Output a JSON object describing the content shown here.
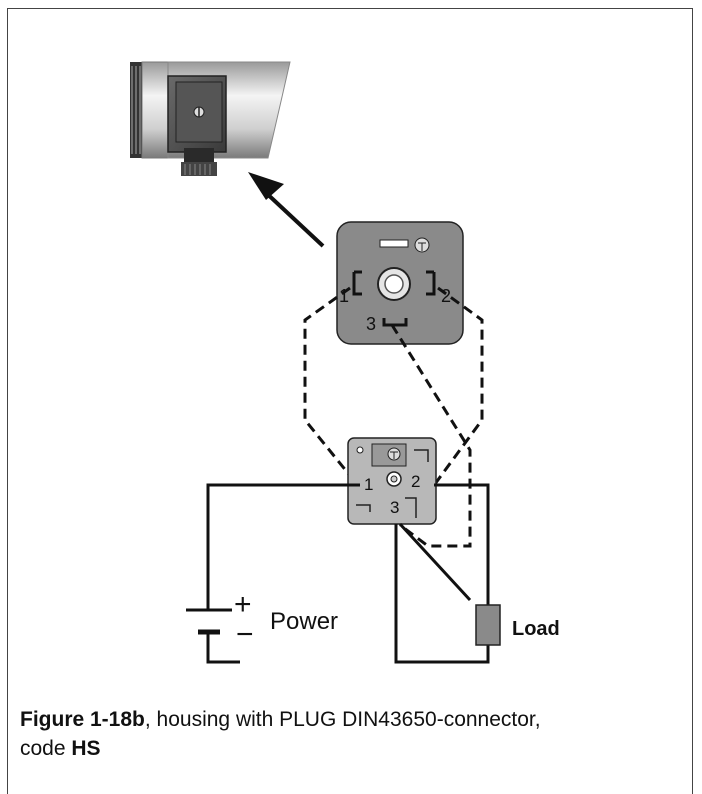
{
  "diagram": {
    "connector_labels": {
      "pin1": "1",
      "pin2": "2",
      "pin3": "3",
      "ground": "⏚"
    },
    "socket_labels": {
      "pin1": "1",
      "pin2": "2",
      "pin3": "3"
    },
    "power_plus": "+",
    "power_minus": "−",
    "power_label": "Power",
    "load_label": "Load"
  },
  "caption": {
    "figure_ref": "Figure 1-18b",
    "text": ", housing with PLUG DIN43650-connector,",
    "text2": "code ",
    "code": "HS"
  }
}
